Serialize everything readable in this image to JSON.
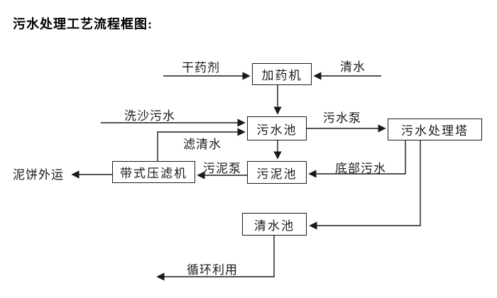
{
  "title": "污水处理工艺流程框图:",
  "nodes": {
    "dosing_machine": {
      "label": "加药机"
    },
    "sewage_pool": {
      "label": "污水池"
    },
    "treatment_tower": {
      "label": "污水处理塔"
    },
    "sludge_pool": {
      "label": "污泥池"
    },
    "belt_filter_press": {
      "label": "带式压滤机"
    },
    "clean_water_pool": {
      "label": "清水池"
    }
  },
  "edge_labels": {
    "dry_chemical": "干药剂",
    "clean_water": "清水",
    "sand_washing_sewage": "洗沙污水",
    "sewage_pump": "污水泵",
    "filtered_water": "滤清水",
    "sludge_pump": "污泥泵",
    "bottom_sewage": "底部污水",
    "mud_cake_out": "泥饼外运",
    "recycle": "循环利用"
  },
  "colors": {
    "line": "#1a1a1a",
    "text": "#1a1a1a",
    "background": "#ffffff"
  }
}
